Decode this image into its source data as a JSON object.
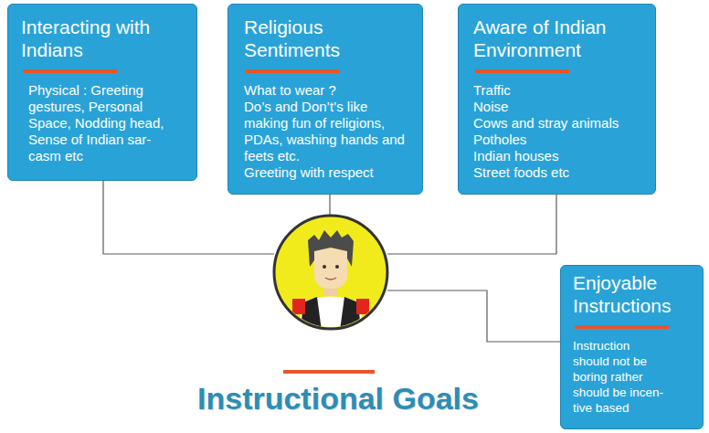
{
  "diagram": {
    "title": "Instructional Goals",
    "nodes": [
      {
        "text": [
          "Interacting with Indians",
          "Physical : Greeting gestures, Personal Space, Nodding head, Sense of Indian sar- casm etc"
        ]
      },
      {
        "text": [
          "Religious Sentiments",
          "What to wear ?",
          "Do’s and Don’t’s like making fun of religions, PDAs, washing hands and feets etc.",
          "Greeting with respect"
        ]
      },
      {
        "text": [
          "Aware of Indian Environment",
          "Traffic",
          "Noise",
          "Cows and stray animals",
          "Potholes",
          "Indian houses",
          "Street foods etc"
        ]
      },
      {
        "text": [
          "Enjoyable Instructions",
          "Instruction should not be boring rather should be incen- tive based"
        ]
      }
    ]
  }
}
